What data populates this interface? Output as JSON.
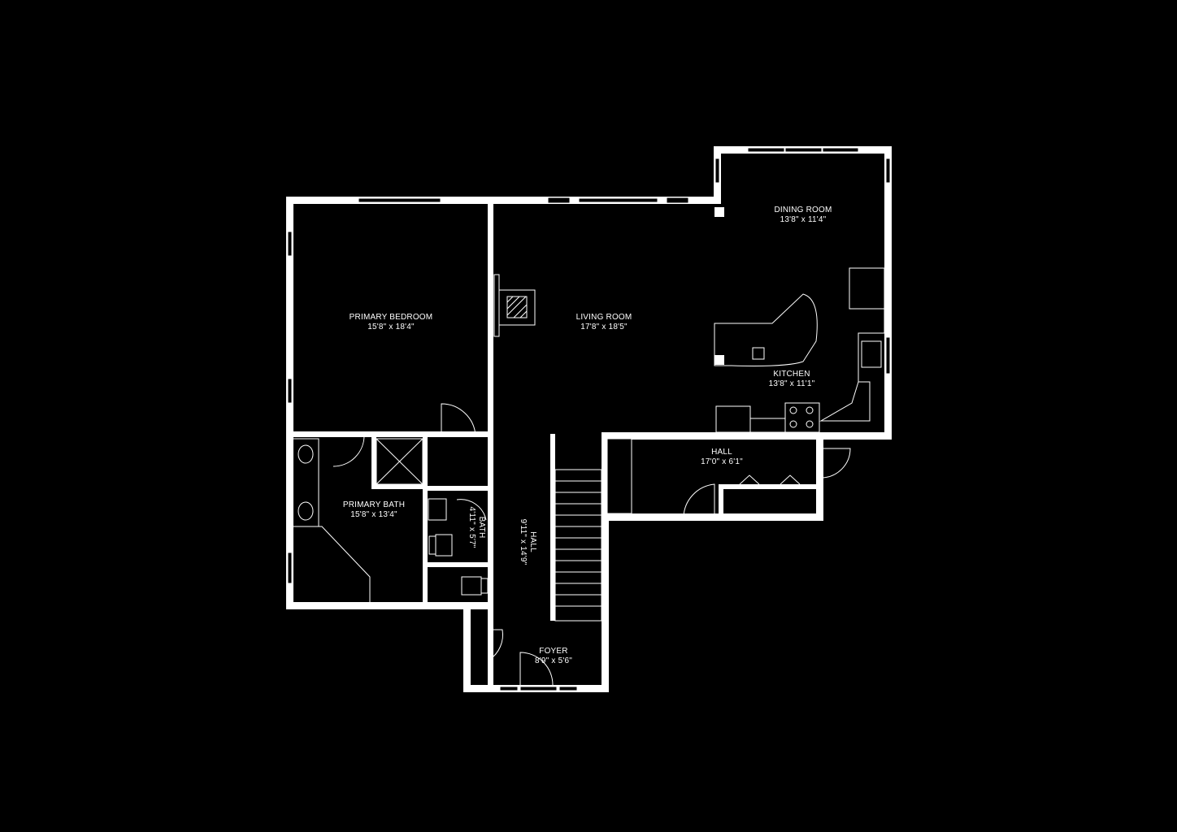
{
  "rooms": {
    "dining": {
      "name": "DINING ROOM",
      "dims": "13'8\" x 11'4\""
    },
    "bedroom": {
      "name": "PRIMARY BEDROOM",
      "dims": "15'8\" x 18'4\""
    },
    "living": {
      "name": "LIVING ROOM",
      "dims": "17'8\" x 18'5\""
    },
    "kitchen": {
      "name": "KITCHEN",
      "dims": "13'8\" x 11'1\""
    },
    "hall_east": {
      "name": "HALL",
      "dims": "17'0\" x 6'1\""
    },
    "primary_bath": {
      "name": "PRIMARY BATH",
      "dims": "15'8\" x 13'4\""
    },
    "bath": {
      "name": "BATH",
      "dims": "4'11\" x 5'7\""
    },
    "hall_central": {
      "name": "HALL",
      "dims": "9'11\" x 14'9\""
    },
    "foyer": {
      "name": "FOYER",
      "dims": "8'9\" x 5'6\""
    }
  }
}
